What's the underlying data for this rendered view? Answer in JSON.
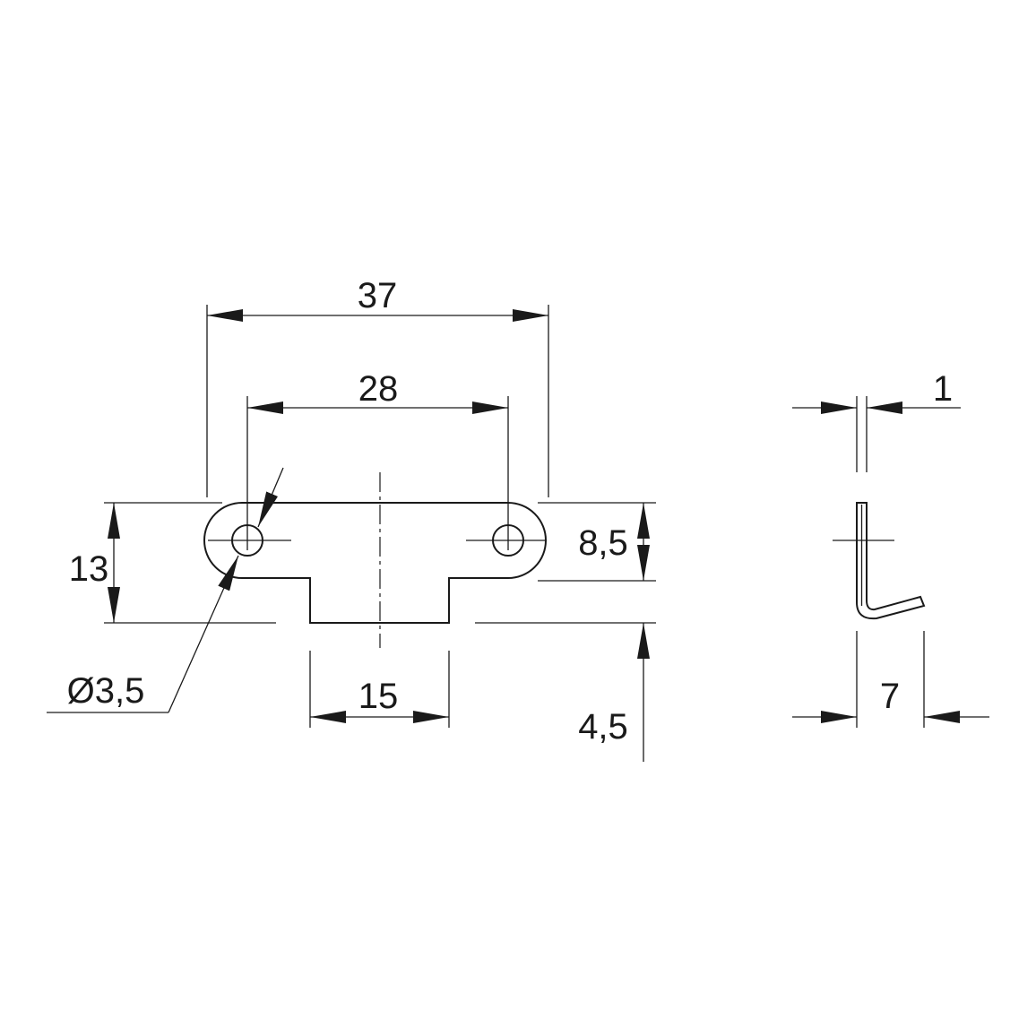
{
  "dimensions": {
    "overall_length": "37",
    "hole_spacing": "28",
    "height": "13",
    "slot_width": "15",
    "right_height": "8,5",
    "tab_height": "4,5",
    "hole_diameter": "Ø3,5",
    "thickness": "1",
    "profile_width": "7"
  }
}
